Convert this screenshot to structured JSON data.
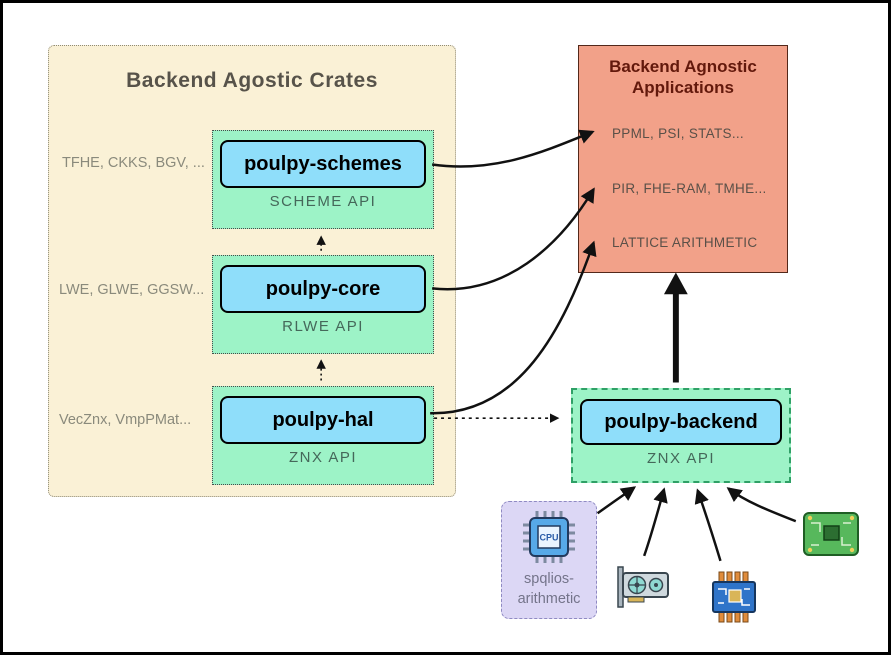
{
  "crates_panel": {
    "title": "Backend Agostic Crates",
    "modules": [
      {
        "name": "poulpy-schemes",
        "api": "SCHEME API",
        "side_label": "TFHE, CKKS, BGV, ..."
      },
      {
        "name": "poulpy-core",
        "api": "RLWE API",
        "side_label": "LWE, GLWE, GGSW..."
      },
      {
        "name": "poulpy-hal",
        "api": "ZNX API",
        "side_label": "VecZnx, VmpPMat..."
      }
    ]
  },
  "apps_panel": {
    "title_line1": "Backend Agnostic",
    "title_line2": "Applications",
    "items": [
      "PPML, PSI, STATS...",
      "PIR, FHE-RAM, TMHE...",
      "LATTICE ARITHMETIC"
    ]
  },
  "backend": {
    "name": "poulpy-backend",
    "api": "ZNX API"
  },
  "spqlios": {
    "line1": "spqlios-",
    "line2": "arithmetic",
    "cpu_text": "CPU"
  },
  "colors": {
    "cream": "#faf1d6",
    "mint": "#9df3c7",
    "blue": "#8fdefa",
    "salmon": "#f2a189",
    "lavender": "#dcd7f5",
    "arrow": "#111111"
  }
}
